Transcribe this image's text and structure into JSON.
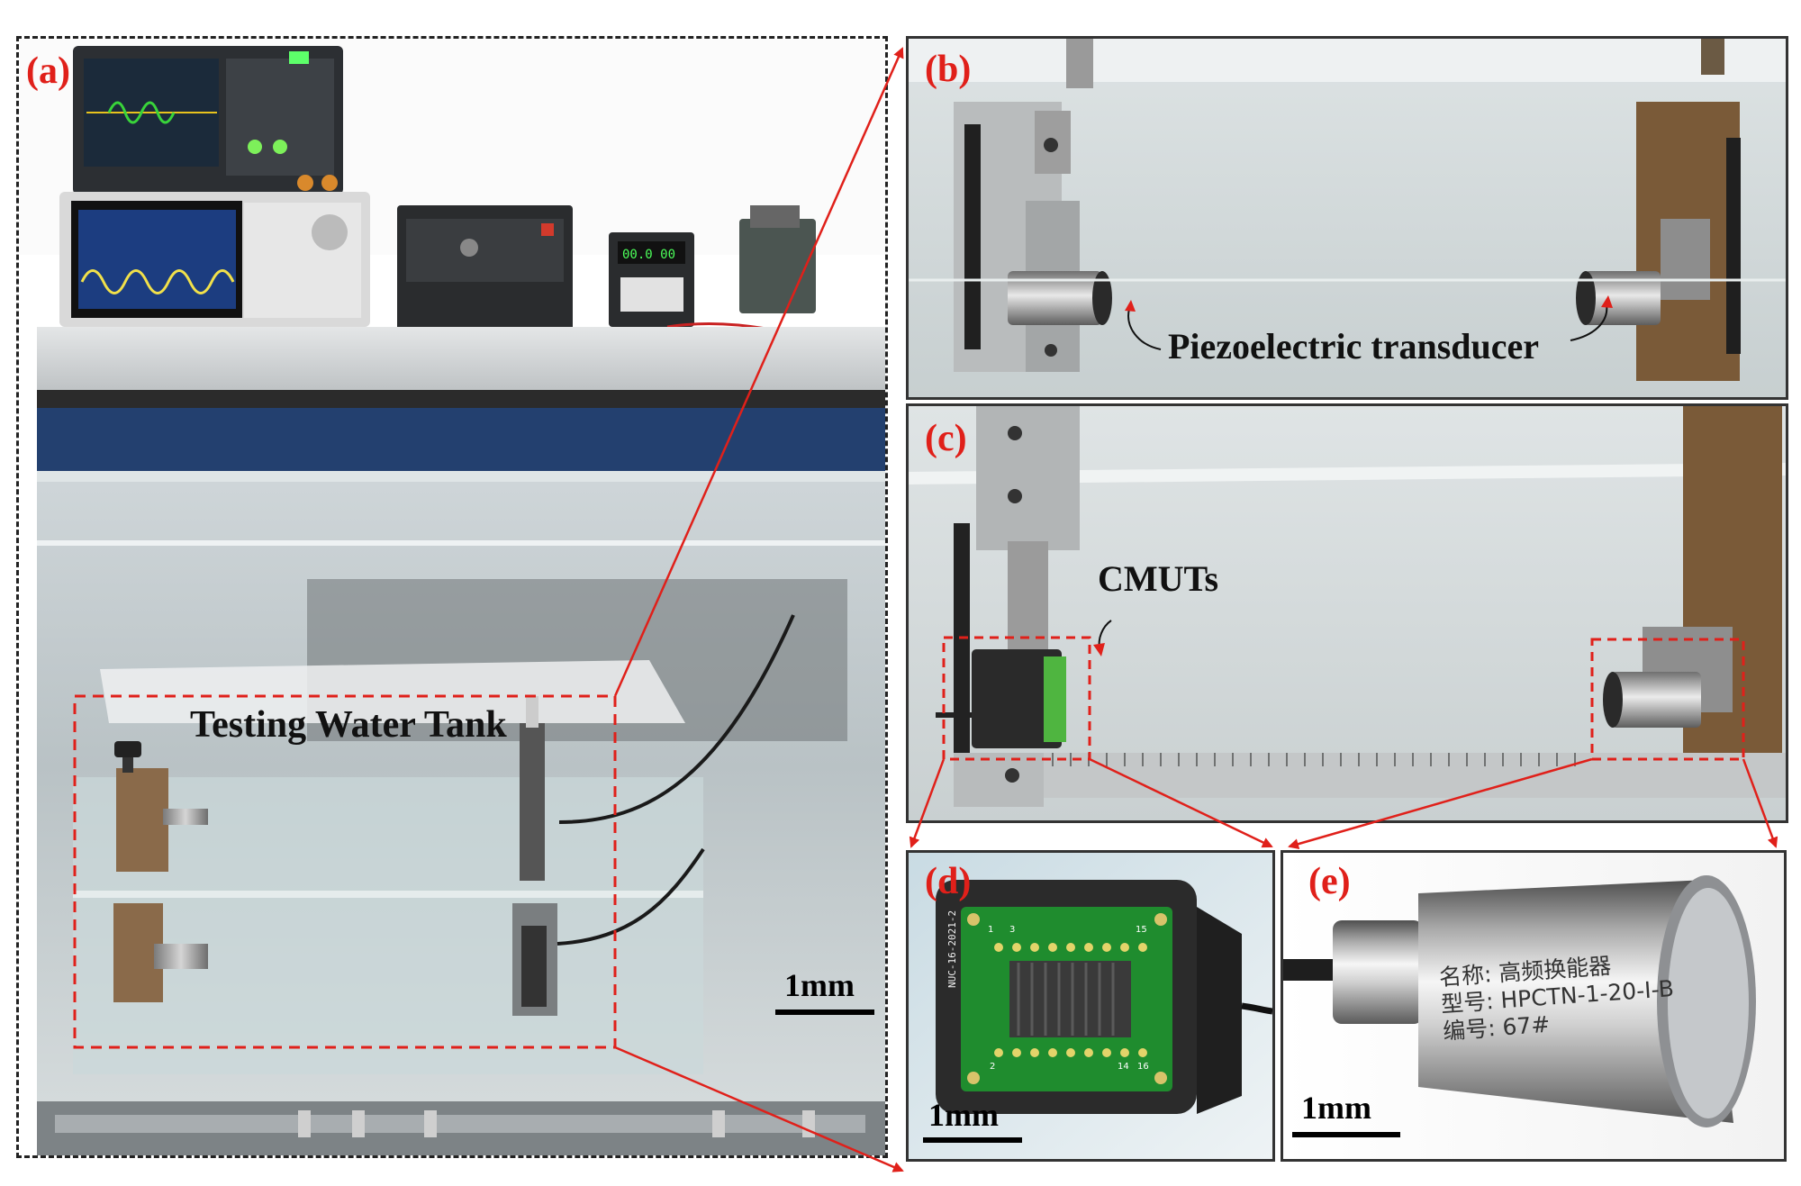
{
  "panels": {
    "a": {
      "label": "(a)",
      "caption": "Testing Water Tank",
      "scale": "1mm"
    },
    "b": {
      "label": "(b)",
      "caption": "Piezoelectric transducer"
    },
    "c": {
      "label": "(c)",
      "caption": "CMUTs"
    },
    "d": {
      "label": "(d)",
      "scale": "1mm",
      "pcb_text": "NUC-16-2021-2",
      "pin_numbers": [
        "1",
        "3",
        "15",
        "2",
        "14",
        "16"
      ]
    },
    "e": {
      "label": "(e)",
      "scale": "1mm",
      "engraving": [
        "名称: 高频换能器",
        "型号: HPCTN-1-20-I-B",
        "编号: 67#"
      ]
    }
  },
  "colors": {
    "annotation": "#e0201a",
    "border": "#333333"
  }
}
